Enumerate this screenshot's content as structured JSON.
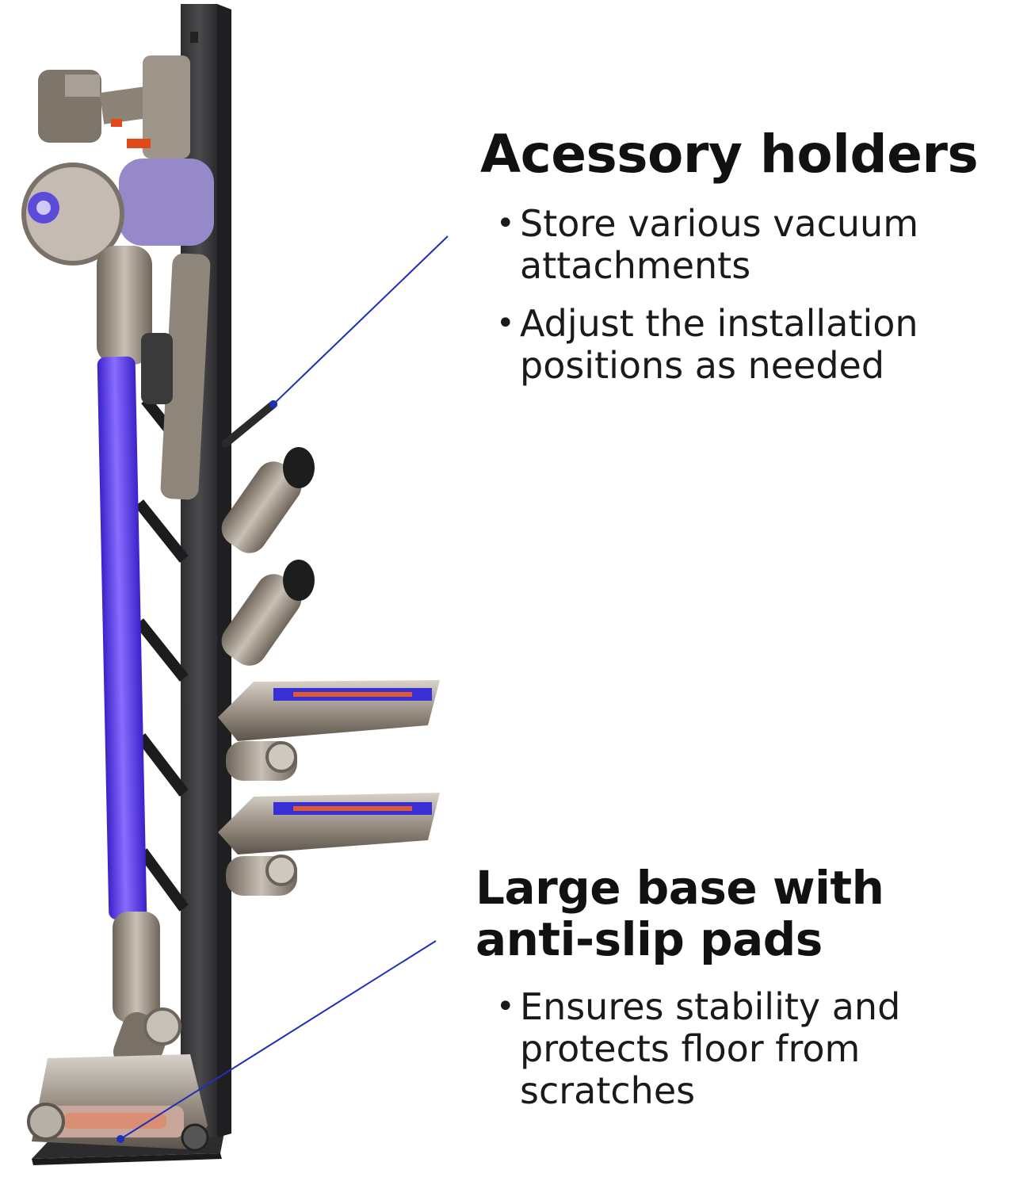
{
  "callouts": [
    {
      "heading": "Acessory holders",
      "bullets": [
        "Store various vacuum attachments",
        "Adjust the installation positions as needed"
      ]
    },
    {
      "heading": "Large base with anti-slip pads",
      "bullets": [
        "Ensures stability and protects floor from scratches"
      ]
    }
  ],
  "bullet_glyph": "•",
  "colors": {
    "stand": "#3b3b3d",
    "wand": "#5b3fe0",
    "leader_line": "#1f2fb8",
    "metal": "#9a8f82"
  }
}
